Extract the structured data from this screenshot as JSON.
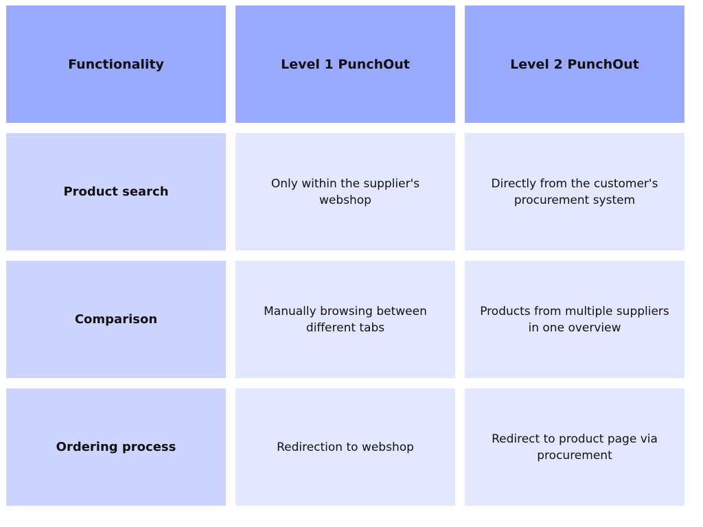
{
  "table": {
    "headers": [
      "Functionality",
      "Level 1 PunchOut",
      "Level 2 PunchOut"
    ],
    "rows": [
      [
        "Product search",
        "Only within the supplier's webshop",
        "Directly from the customer's procurement system"
      ],
      [
        "Comparison",
        "Manually browsing between different tabs",
        "Products from multiple suppliers in one overview"
      ],
      [
        "Ordering process",
        "Redirection to webshop",
        "Redirect to product page via procurement"
      ]
    ]
  },
  "colors": {
    "header_bg": "#99aaff",
    "label_bg": "#cdd5ff",
    "body_bg": "#e3e7ff",
    "text": "#111111"
  }
}
